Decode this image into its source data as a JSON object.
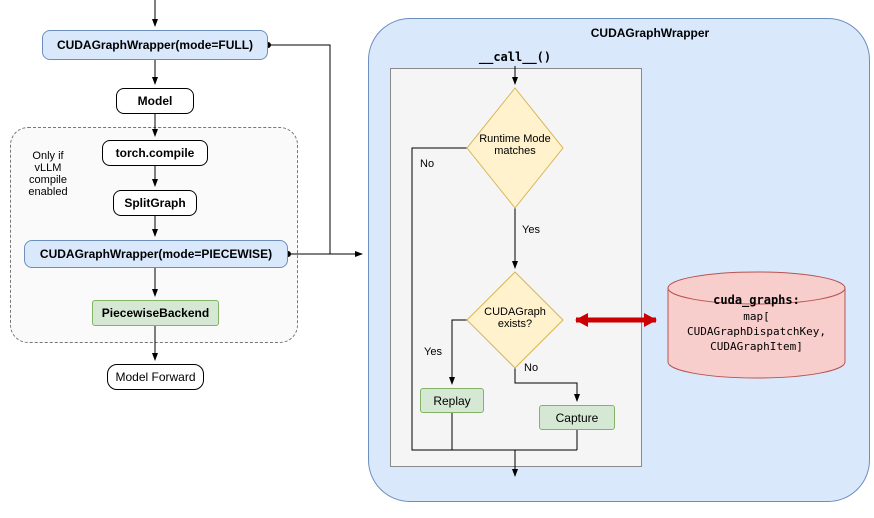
{
  "left_flow": {
    "full_wrapper": "CUDAGraphWrapper(mode=FULL)",
    "model": "Model",
    "compile_note": "Only if\nvLLM\ncompile\nenabled",
    "torch_compile": "torch.compile",
    "split_graph": "SplitGraph",
    "piecewise_wrapper": "CUDAGraphWrapper(mode=PIECEWISE)",
    "piecewise_backend": "PiecewiseBackend",
    "model_forward": "Model Forward"
  },
  "panel": {
    "title": "CUDAGraphWrapper",
    "call_label": "__call__()",
    "decision1": "Runtime Mode\nmatches",
    "decision2": "CUDAGraph\nexists?",
    "label_no1": "No",
    "label_yes1": "Yes",
    "label_yes2": "Yes",
    "label_no2": "No",
    "replay": "Replay",
    "capture": "Capture",
    "datastore": {
      "title": "cuda_graphs:",
      "line1": "map[",
      "line2": "CUDAGraphDispatchKey,",
      "line3": "CUDAGraphItem]"
    }
  },
  "colors": {
    "node_blue": "#dae8fc",
    "node_blue_border": "#6c8ebf",
    "node_green": "#d5e8d4",
    "node_green_border": "#82b366",
    "diamond_yellow": "#fff2cc",
    "diamond_yellow_border": "#d6b656",
    "datastore_pink": "#f8cecc",
    "datastore_pink_border": "#b85450",
    "arrow_red": "#cc0000"
  }
}
